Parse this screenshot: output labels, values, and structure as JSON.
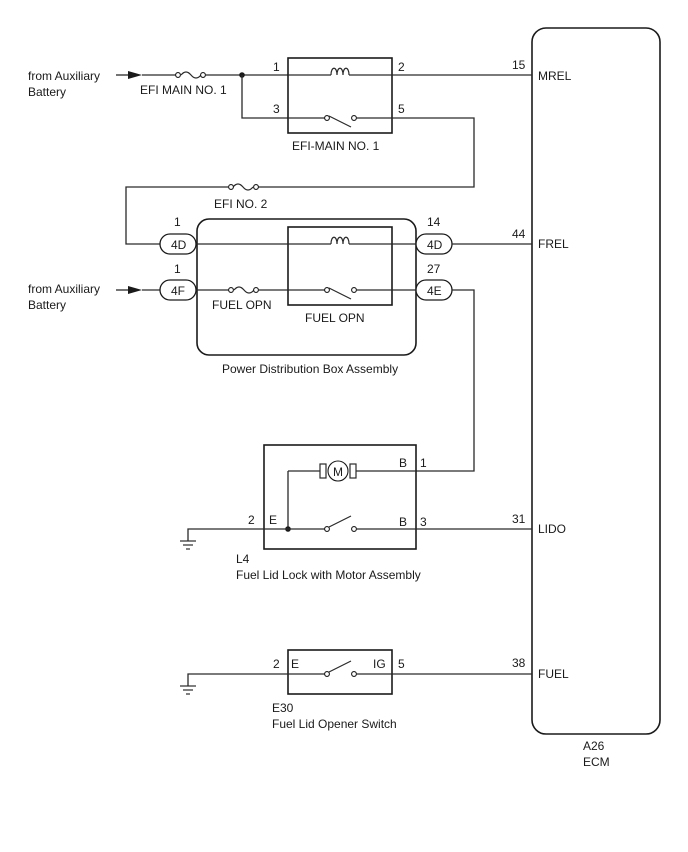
{
  "sources": {
    "aux1_line1": "from Auxiliary",
    "aux1_line2": "Battery",
    "aux2_line1": "from Auxiliary",
    "aux2_line2": "Battery"
  },
  "fuses": {
    "efi_main_no1": "EFI MAIN NO. 1",
    "efi_no2": "EFI NO. 2",
    "fuel_opn": "FUEL OPN"
  },
  "relays": {
    "efi_main_no1": {
      "label": "EFI-MAIN NO. 1",
      "pin1": "1",
      "pin2": "2",
      "pin3": "3",
      "pin5": "5"
    },
    "fuel_opn": {
      "label": "FUEL OPN"
    }
  },
  "pdb": {
    "label": "Power Distribution Box Assembly",
    "conn_4d_left": {
      "connector": "4D",
      "pin": "1"
    },
    "conn_4f": {
      "connector": "4F",
      "pin": "1"
    },
    "conn_4d_right": {
      "connector": "4D",
      "pin": "14"
    },
    "conn_4e": {
      "connector": "4E",
      "pin": "27"
    }
  },
  "lid_lock": {
    "code": "L4",
    "name": "Fuel Lid Lock with Motor Assembly",
    "motor_symbol": "M",
    "term_b_top": "B",
    "pin_b_top": "1",
    "term_e": "E",
    "pin_e": "2",
    "term_b_bottom": "B",
    "pin_b_bottom": "3"
  },
  "opener_switch": {
    "code": "E30",
    "name": "Fuel Lid Opener Switch",
    "term_e": "E",
    "pin_e": "2",
    "term_ig": "IG",
    "pin_ig": "5"
  },
  "ecm": {
    "code": "A26",
    "name": "ECM",
    "terminals": {
      "mrel": {
        "label": "MREL",
        "pin": "15"
      },
      "frel": {
        "label": "FREL",
        "pin": "44"
      },
      "lido": {
        "label": "LIDO",
        "pin": "31"
      },
      "fuel": {
        "label": "FUEL",
        "pin": "38"
      }
    }
  }
}
